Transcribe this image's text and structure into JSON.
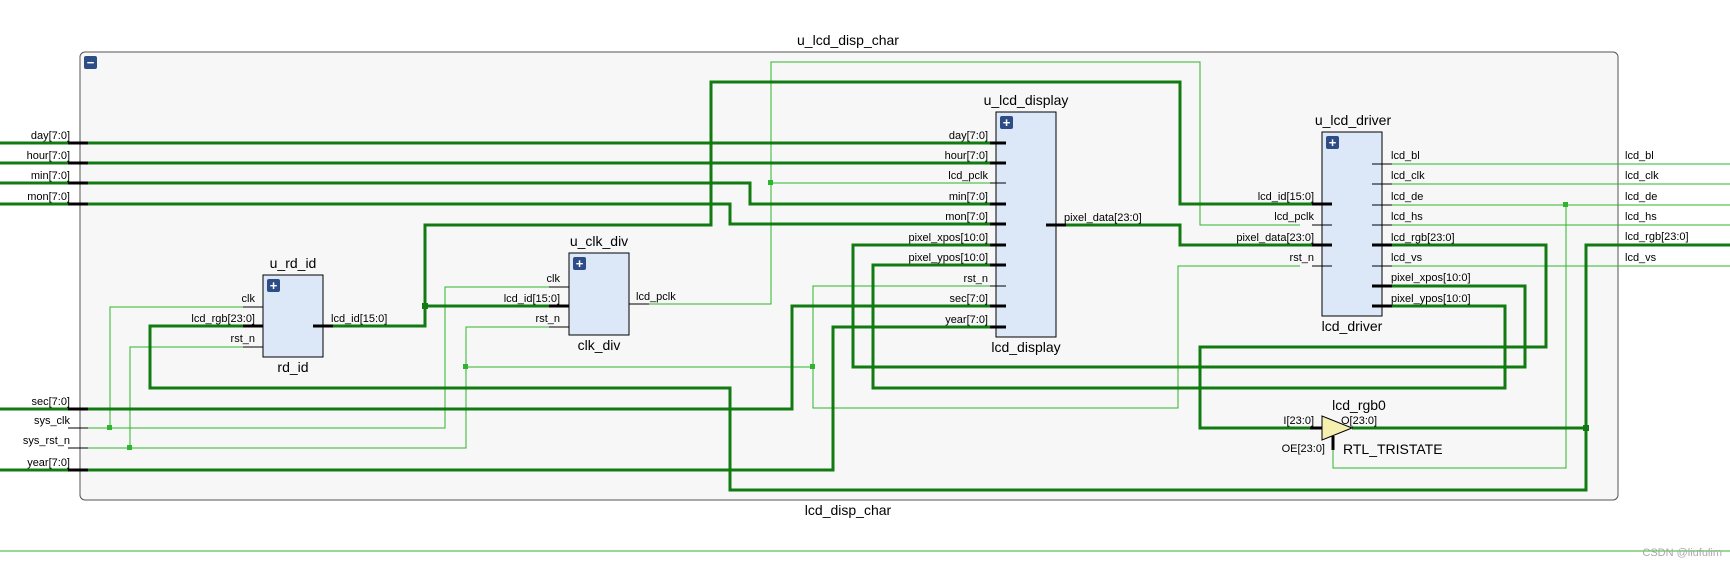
{
  "colors": {
    "bus": "#117a11",
    "net": "#2db52d",
    "block_fill": "#dce8f8",
    "block_stroke": "#000000",
    "frame_fill": "#f7f7f7",
    "frame_stroke": "#555555",
    "expander": "#2e4d86"
  },
  "outer": {
    "instance": "u_lcd_disp_char",
    "module": "lcd_disp_char",
    "collapse_glyph": "−",
    "inputs": [
      "day[7:0]",
      "hour[7:0]",
      "min[7:0]",
      "mon[7:0]",
      "sec[7:0]",
      "sys_clk",
      "sys_rst_n",
      "year[7:0]"
    ],
    "outputs": [
      "lcd_bl",
      "lcd_clk",
      "lcd_de",
      "lcd_hs",
      "lcd_rgb[23:0]",
      "lcd_vs"
    ]
  },
  "blocks": {
    "rd_id": {
      "instance": "u_rd_id",
      "module": "rd_id",
      "inputs": [
        "clk",
        "lcd_rgb[23:0]",
        "rst_n"
      ],
      "outputs": [
        "lcd_id[15:0]"
      ]
    },
    "clk_div": {
      "instance": "u_clk_div",
      "module": "clk_div",
      "inputs": [
        "clk",
        "lcd_id[15:0]",
        "rst_n"
      ],
      "outputs": [
        "lcd_pclk"
      ]
    },
    "lcd_display": {
      "instance": "u_lcd_display",
      "module": "lcd_display",
      "inputs": [
        "day[7:0]",
        "hour[7:0]",
        "lcd_pclk",
        "min[7:0]",
        "mon[7:0]",
        "pixel_xpos[10:0]",
        "pixel_ypos[10:0]",
        "rst_n",
        "sec[7:0]",
        "year[7:0]"
      ],
      "outputs": [
        "pixel_data[23:0]"
      ]
    },
    "lcd_driver": {
      "instance": "u_lcd_driver",
      "module": "lcd_driver",
      "inputs": [
        "lcd_id[15:0]",
        "lcd_pclk",
        "pixel_data[23:0]",
        "rst_n"
      ],
      "outputs": [
        "lcd_bl",
        "lcd_clk",
        "lcd_de",
        "lcd_hs",
        "lcd_rgb[23:0]",
        "lcd_vs",
        "pixel_xpos[10:0]",
        "pixel_ypos[10:0]"
      ]
    },
    "tristate": {
      "instance": "lcd_rgb0",
      "module": "RTL_TRISTATE",
      "input_i": "I[23:0]",
      "input_oe": "OE[23:0]",
      "output_o": "O[23:0]"
    }
  },
  "expand_glyph": "+",
  "watermark": "CSDN @liufulim"
}
